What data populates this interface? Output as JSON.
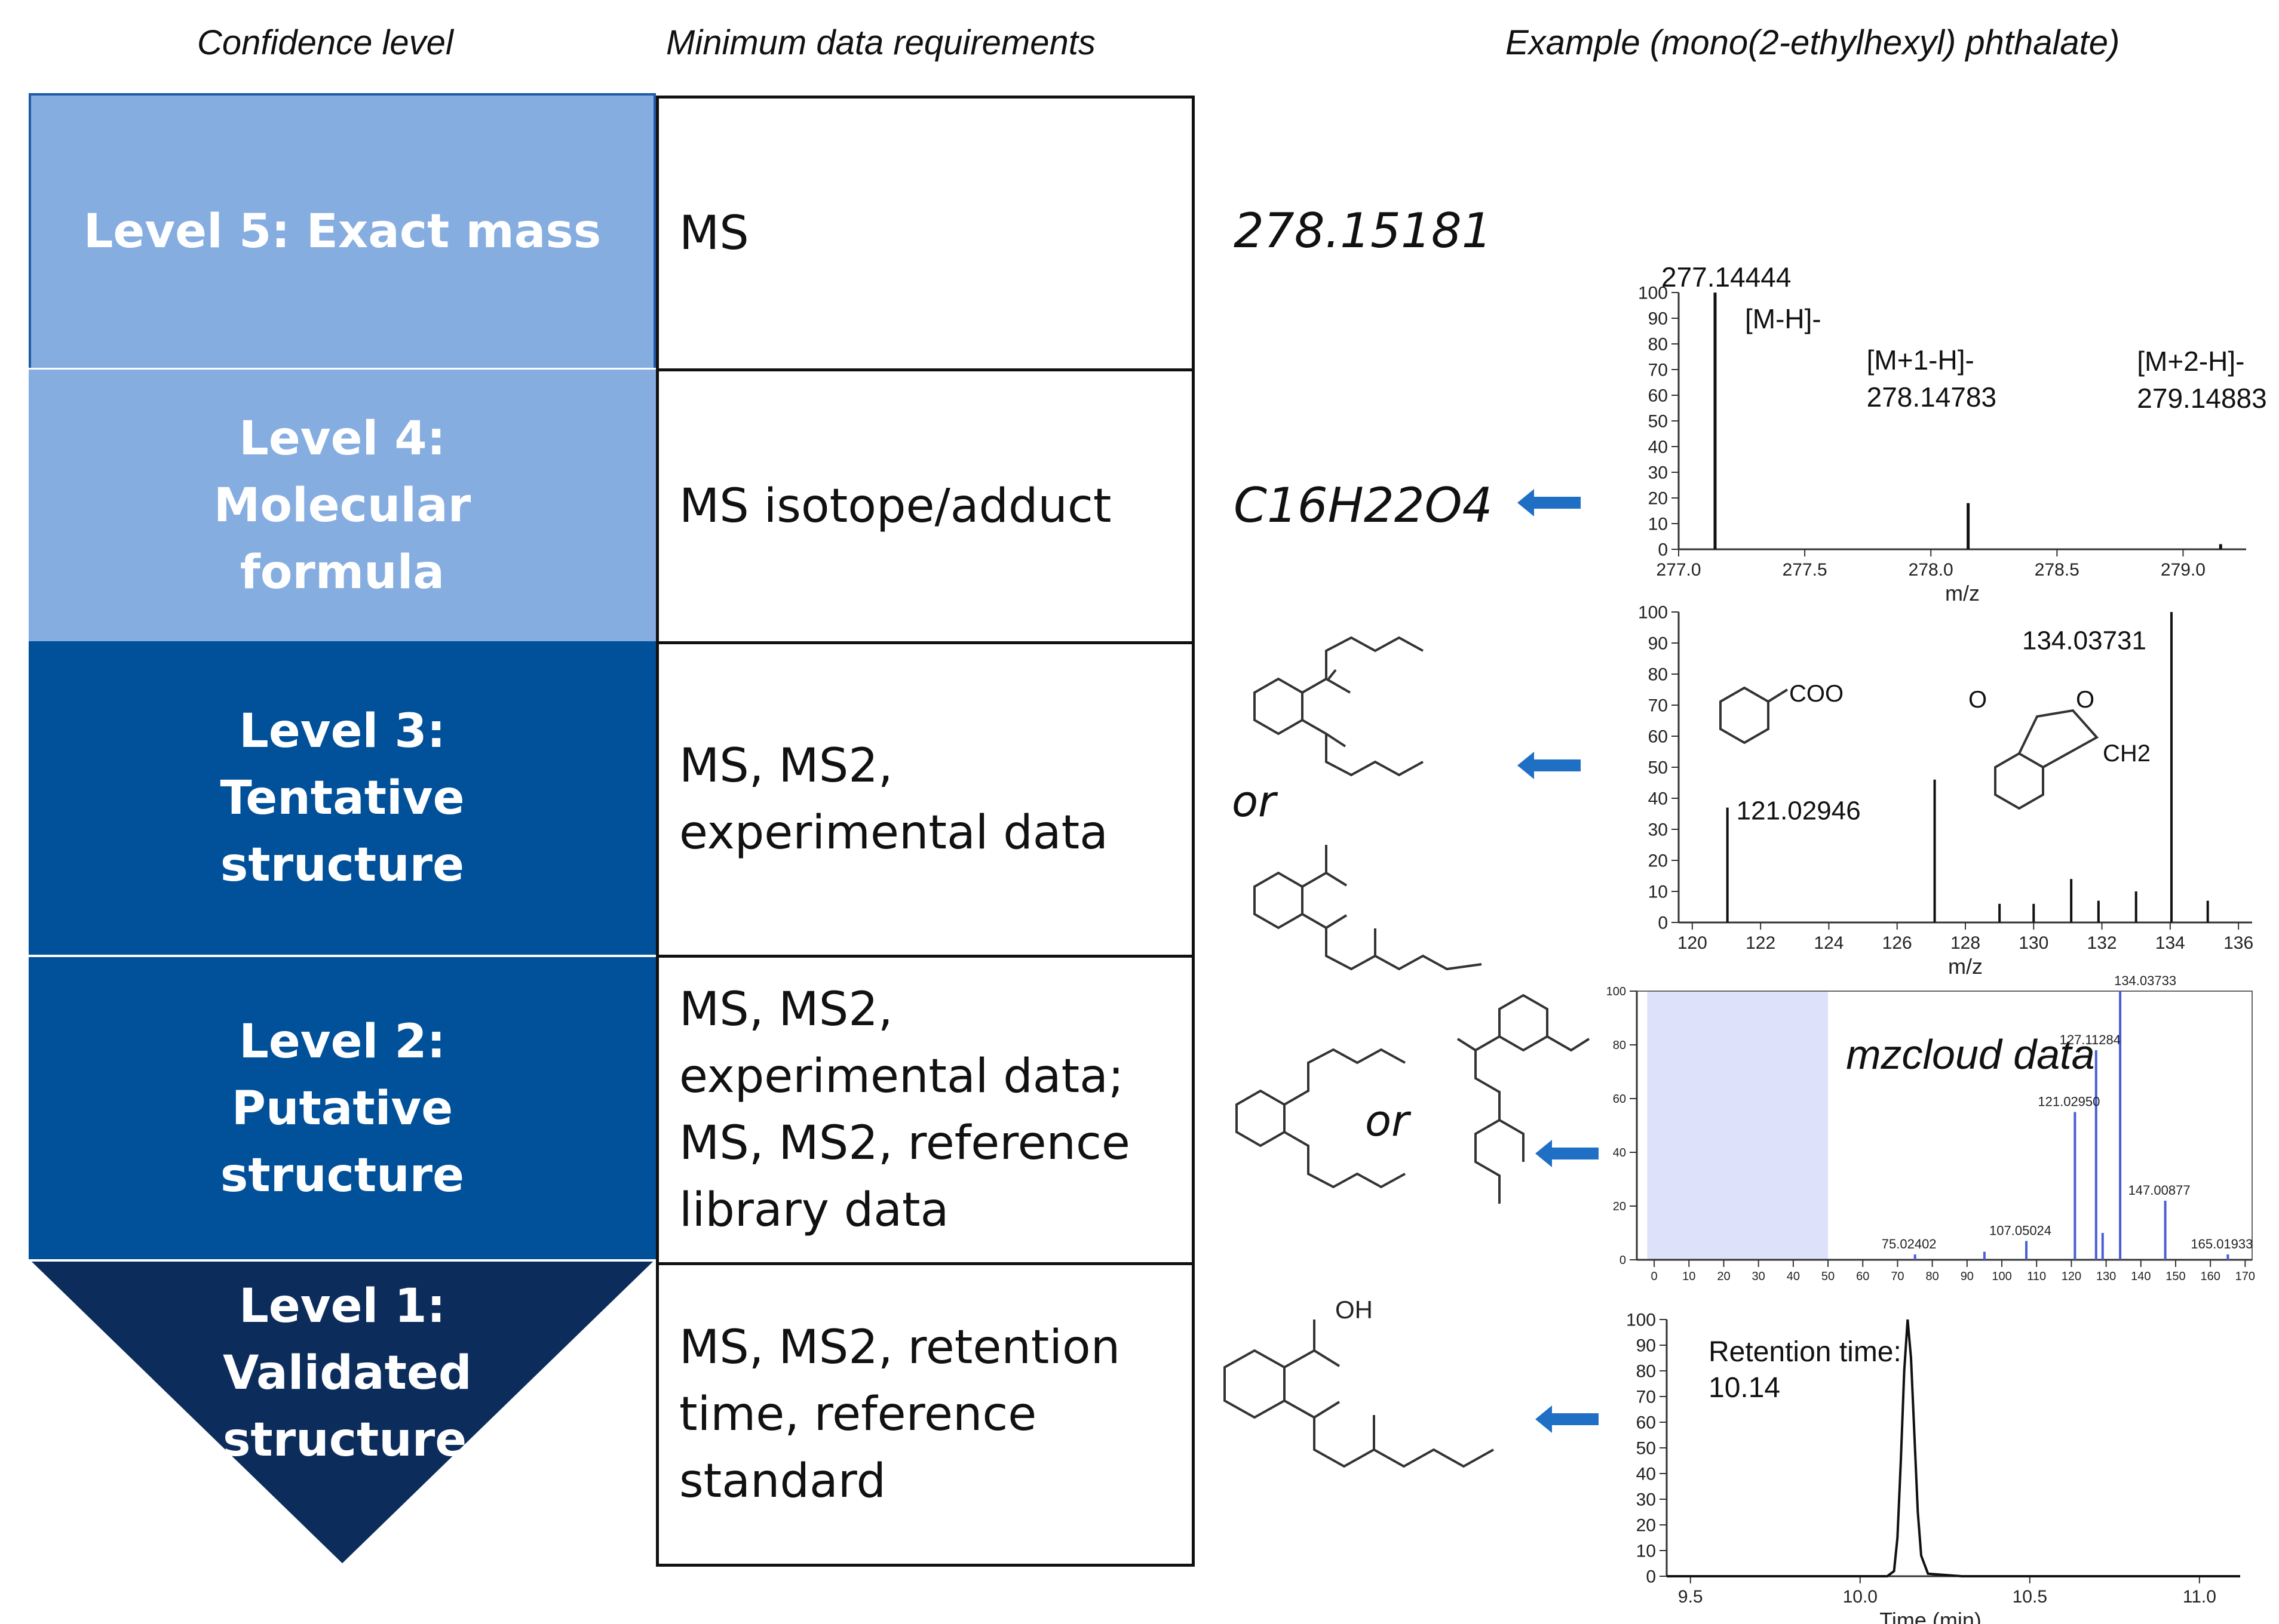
{
  "headers": {
    "confidence": "Confidence level",
    "requirements": "Minimum data requirements",
    "example": "Example (mono(2-ethylhexyl) phthalate)"
  },
  "levels": [
    {
      "label": "Level 5: Exact mass",
      "requirements": "MS",
      "example": "278.15181",
      "color": "#86ade0"
    },
    {
      "label": "Level 4: Molecular formula",
      "requirements": "MS isotope/adduct",
      "example": "C16H22O4",
      "color": "#86ade0"
    },
    {
      "label": "Level 3: Tentative structure",
      "requirements": "MS, MS2,\nexperimental data",
      "example": "or",
      "color": "#00509a"
    },
    {
      "label": "Level 2: Putative structure",
      "requirements": "MS, MS2,\nexperimental data;\nMS, MS2, reference\nlibrary data",
      "example": "or",
      "color": "#00509a"
    },
    {
      "label": "Level 1: Validated structure",
      "requirements": "MS, MS2, retention\ntime, reference\nstandard",
      "example": "",
      "color": "#0c2d5c"
    }
  ],
  "colors": {
    "arrow": "#1f6fc5",
    "spectrum": "#111111",
    "library_bar": "#4a5ed6",
    "library_shade": "#dde1fa"
  },
  "chart_data": [
    {
      "type": "bar",
      "xlabel": "m/z",
      "ylabel": "",
      "xlim": [
        277.0,
        279.25
      ],
      "ylim": [
        0,
        100
      ],
      "x_ticks": [
        "277.0",
        "277.5",
        "278.0",
        "278.5",
        "279.0"
      ],
      "y_ticks": [
        "0",
        "10",
        "20",
        "30",
        "40",
        "50",
        "60",
        "70",
        "80",
        "90",
        "100"
      ],
      "peaks": [
        {
          "x": 277.14444,
          "y": 100,
          "label": "277.14444",
          "ion": "[M-H]-"
        },
        {
          "x": 278.14783,
          "y": 18,
          "label": "278.14783",
          "ion": "[M+1-H]-"
        },
        {
          "x": 279.14883,
          "y": 2,
          "label": "279.14883",
          "ion": "[M+2-H]-"
        }
      ]
    },
    {
      "type": "bar",
      "xlabel": "m/z",
      "ylabel": "",
      "xlim": [
        119.6,
        136.4
      ],
      "ylim": [
        0,
        100
      ],
      "x_ticks": [
        "120",
        "122",
        "124",
        "126",
        "128",
        "130",
        "132",
        "134",
        "136"
      ],
      "y_ticks": [
        "0",
        "10",
        "20",
        "30",
        "40",
        "50",
        "60",
        "70",
        "80",
        "90",
        "100"
      ],
      "peaks": [
        {
          "x": 121.02946,
          "y": 37,
          "label": "121.02946"
        },
        {
          "x": 127.1,
          "y": 46
        },
        {
          "x": 129.0,
          "y": 6
        },
        {
          "x": 130.0,
          "y": 6
        },
        {
          "x": 131.1,
          "y": 14
        },
        {
          "x": 131.9,
          "y": 7
        },
        {
          "x": 133.0,
          "y": 10
        },
        {
          "x": 134.03731,
          "y": 100,
          "label": "134.03731"
        },
        {
          "x": 135.1,
          "y": 7
        }
      ],
      "annotations": [
        "COO",
        "O",
        "O",
        "CH2"
      ]
    },
    {
      "type": "bar",
      "title": "mzcloud data",
      "xlabel": "",
      "ylabel": "",
      "xlim": [
        -5,
        172
      ],
      "ylim": [
        0,
        100
      ],
      "x_ticks": [
        "0",
        "10",
        "20",
        "30",
        "40",
        "50",
        "60",
        "70",
        "80",
        "90",
        "100",
        "110",
        "120",
        "130",
        "140",
        "150",
        "160",
        "170"
      ],
      "y_ticks": [
        "0",
        "20",
        "40",
        "60",
        "80",
        "100"
      ],
      "shaded_x": [
        -2,
        50
      ],
      "peaks": [
        {
          "x": 75.02402,
          "y": 2,
          "label": "75.02402"
        },
        {
          "x": 107.05024,
          "y": 7,
          "label": "107.05024"
        },
        {
          "x": 121.0295,
          "y": 55,
          "label": "121.02950"
        },
        {
          "x": 127.11284,
          "y": 78,
          "label": "127.11284"
        },
        {
          "x": 134.03733,
          "y": 100,
          "label": "134.03733"
        },
        {
          "x": 147.00877,
          "y": 22,
          "label": "147.00877"
        },
        {
          "x": 165.01933,
          "y": 2,
          "label": "165.01933"
        },
        {
          "x": 129.0,
          "y": 10
        },
        {
          "x": 95.0,
          "y": 3
        }
      ]
    },
    {
      "type": "line",
      "xlabel": "Time (min)",
      "ylabel": "",
      "xlim": [
        9.43,
        11.12
      ],
      "ylim": [
        0,
        100
      ],
      "x_ticks": [
        "9.5",
        "10.0",
        "10.5",
        "11.0"
      ],
      "y_ticks": [
        "0",
        "10",
        "20",
        "30",
        "40",
        "50",
        "60",
        "70",
        "80",
        "90",
        "100"
      ],
      "annotation": "Retention time:\n10.14",
      "x": [
        9.43,
        10.0,
        10.08,
        10.1,
        10.11,
        10.12,
        10.13,
        10.14,
        10.15,
        10.16,
        10.17,
        10.18,
        10.2,
        10.3,
        11.12
      ],
      "y": [
        0,
        0,
        0,
        2,
        15,
        45,
        80,
        100,
        85,
        55,
        25,
        8,
        1,
        0,
        0
      ]
    }
  ]
}
